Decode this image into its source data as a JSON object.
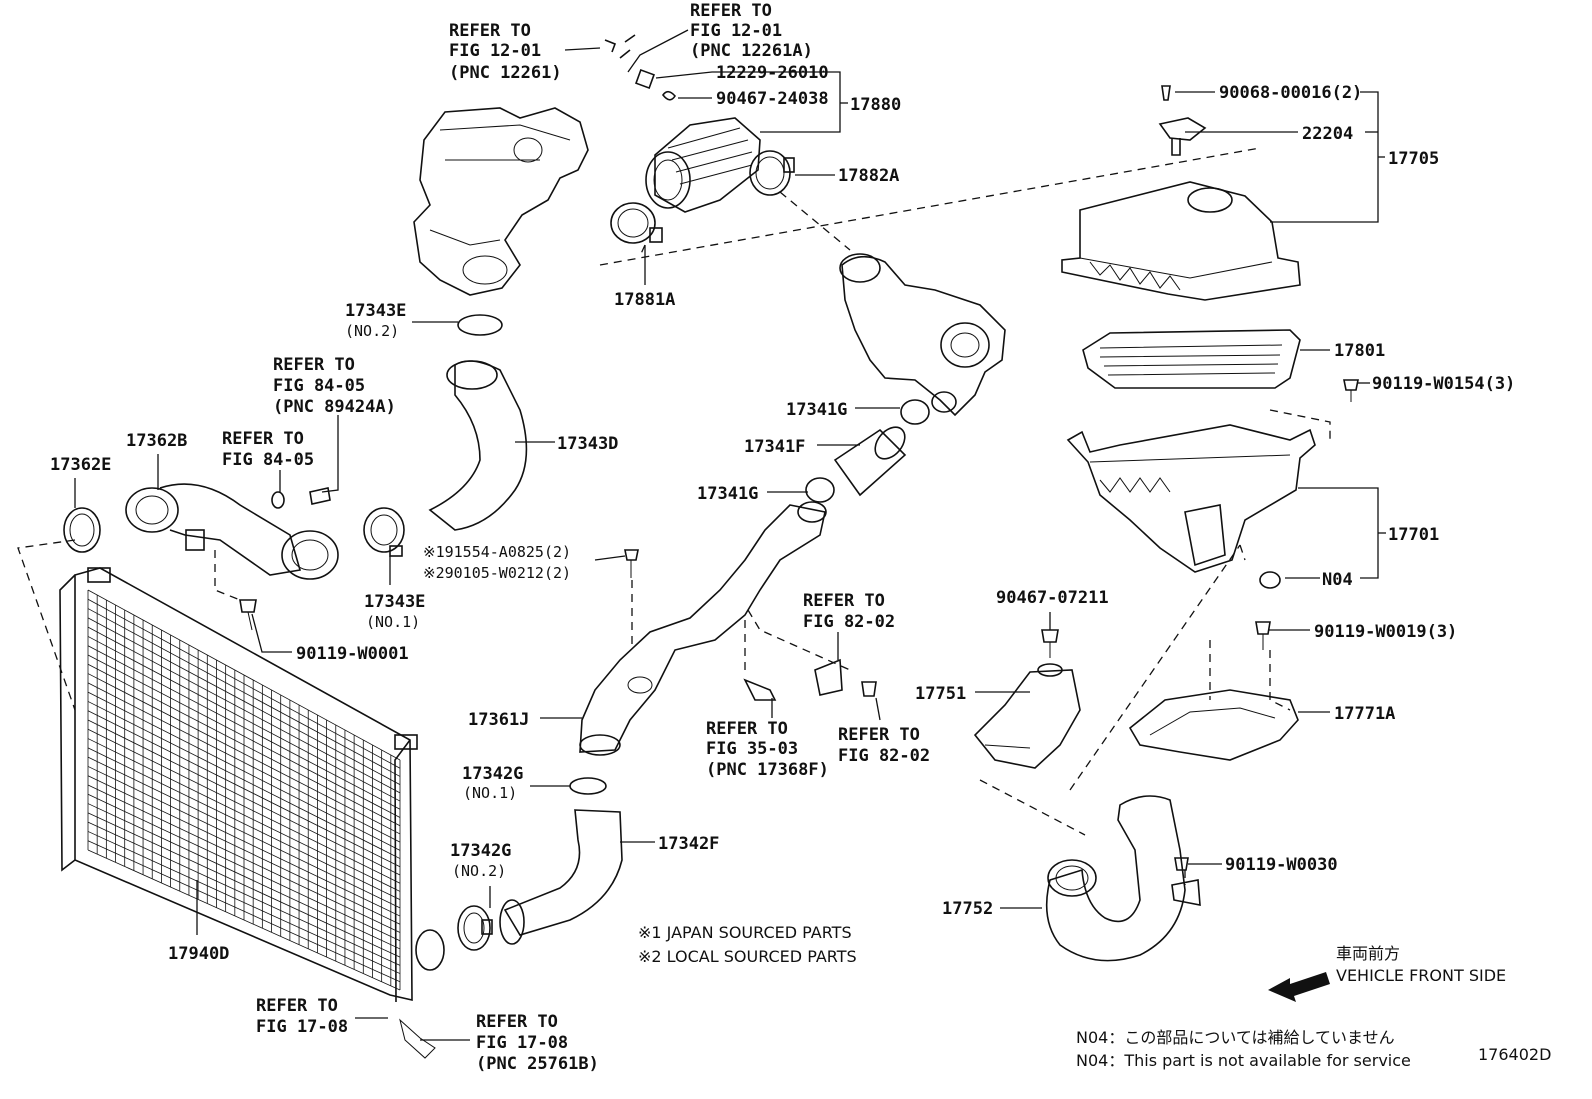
{
  "refs": {
    "r1": [
      "REFER TO",
      "FIG 12-01",
      "(PNC 12261)"
    ],
    "r2": [
      "REFER TO",
      "FIG 12-01",
      "(PNC 12261A)"
    ],
    "r3": [
      "REFER TO",
      "FIG 84-05",
      "(PNC 89424A)"
    ],
    "r4": [
      "REFER TO",
      "FIG 84-05"
    ],
    "r5": [
      "REFER TO",
      "FIG 82-02"
    ],
    "r6": [
      "REFER TO",
      "FIG 35-03",
      "(PNC 17368F)"
    ],
    "r7": [
      "REFER TO",
      "FIG 82-02"
    ],
    "r8": [
      "REFER TO",
      "FIG 17-08"
    ],
    "r9": [
      "REFER TO",
      "FIG 17-08",
      "(PNC 25761B)"
    ]
  },
  "parts": {
    "p12229": "12229-26010",
    "p90467a": "90467-24038",
    "p17880": "17880",
    "p17882A": "17882A",
    "p17881A": "17881A",
    "p90068": "90068-00016(2)",
    "p22204": "22204",
    "p17705": "17705",
    "p17801": "17801",
    "p90119w0154": "90119-W0154(3)",
    "p17701": "17701",
    "pN04": "N04",
    "p17343E_top": "17343E",
    "p17343E_top_sub": "(NO.2)",
    "p17343D": "17343D",
    "p17362B": "17362B",
    "p17362E": "17362E",
    "p17343E_bot": "17343E",
    "p17343E_bot_sub": "(NO.1)",
    "p90119w0001": "90119-W0001",
    "p17341G_top": "17341G",
    "p17341F": "17341F",
    "p17341G_bot": "17341G",
    "pBolt1": "※191554-A0825(2)",
    "pBolt2": "※290105-W0212(2)",
    "p90467b": "90467-07211",
    "p17751": "17751",
    "p90119w0019": "90119-W0019(3)",
    "p17771A": "17771A",
    "p17361J": "17361J",
    "p17342G_top": "17342G",
    "p17342G_top_sub": "(NO.1)",
    "p17342F": "17342F",
    "p17342G_bot": "17342G",
    "p17342G_bot_sub": "(NO.2)",
    "p17940D": "17940D",
    "p90119w0030": "90119-W0030",
    "p17752": "17752"
  },
  "notes": {
    "sourced1": "※1 JAPAN SOURCED PARTS",
    "sourced2": "※2 LOCAL SOURCED PARTS",
    "dir_jp": "車両前方",
    "dir_en": "VEHICLE FRONT SIDE",
    "n04_jp": "N04：この部品については補給していません",
    "n04_en": "N04：This part is not available for service",
    "fig_id": "176402D"
  }
}
